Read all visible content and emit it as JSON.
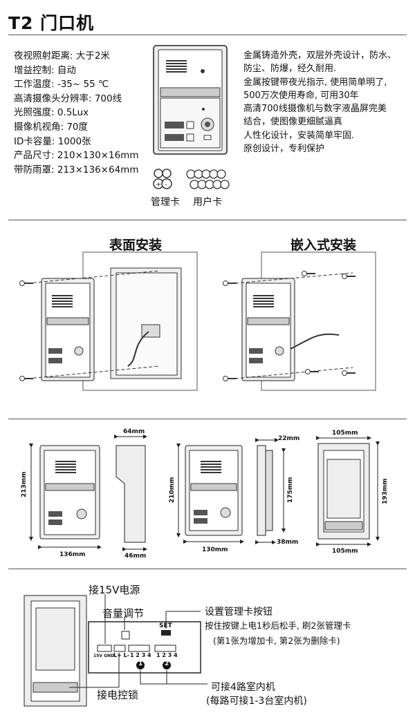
{
  "title": "T2  门口机",
  "specs": [
    "夜视照射距离: 大于2米",
    "增益控制: 自动",
    "工作温度: -35~ 55 ℃",
    "高清摄像头分辨率: 700线",
    "光照强度: 0.5Lux",
    "摄像机视角: 70度",
    "ID卡容量: 1000张",
    "产品尺寸: 210×130×16mm",
    "带防雨罩: 213×136×64mm"
  ],
  "features": [
    "金属铸造外壳，双层外壳设计，防水、",
    "防尘、防爆，经久耐用.",
    " 金属按键带夜光指示, 使用简单明了,",
    "500万次使用寿命, 可用30年",
    "高清700线摄像机与数字液晶屏完美",
    "结合，使图像更细腻逼真",
    "人性化设计，安装简单牢固.",
    "原创设计，专利保护"
  ],
  "cards": {
    "admin": "管理卡",
    "user": "用户卡"
  },
  "install": {
    "surface": "表面安装",
    "embedded": "嵌入式安装"
  },
  "dims": {
    "w64": "64mm",
    "h213": "213mm",
    "w136": "136mm",
    "w46": "46mm",
    "h210": "210mm",
    "w130": "130mm",
    "h175": "175mm",
    "w22": "22mm",
    "w38": "38mm",
    "w105a": "105mm",
    "w105b": "105mm",
    "h193": "193mm"
  },
  "wiring": {
    "power": "接15V电源",
    "volume": "音量调节",
    "set_title": "设置管理卡按钮",
    "set_desc1": "按住按键上电1秒后松手, 刷2张管理卡",
    "set_desc2": "(第1张为增加卡, 第2张为删除卡)",
    "lock": "接电控锁",
    "indoor1": "可接4路室内机",
    "indoor2": "(每路可接1-3台室内机)",
    "t_15v": "15V GND",
    "t_lock": "L+ L-",
    "t_1234a": "1 2 3 4",
    "t_1234b": "1 2 3 4",
    "set_lbl": "SET",
    "n1": "1",
    "n2": "2"
  }
}
